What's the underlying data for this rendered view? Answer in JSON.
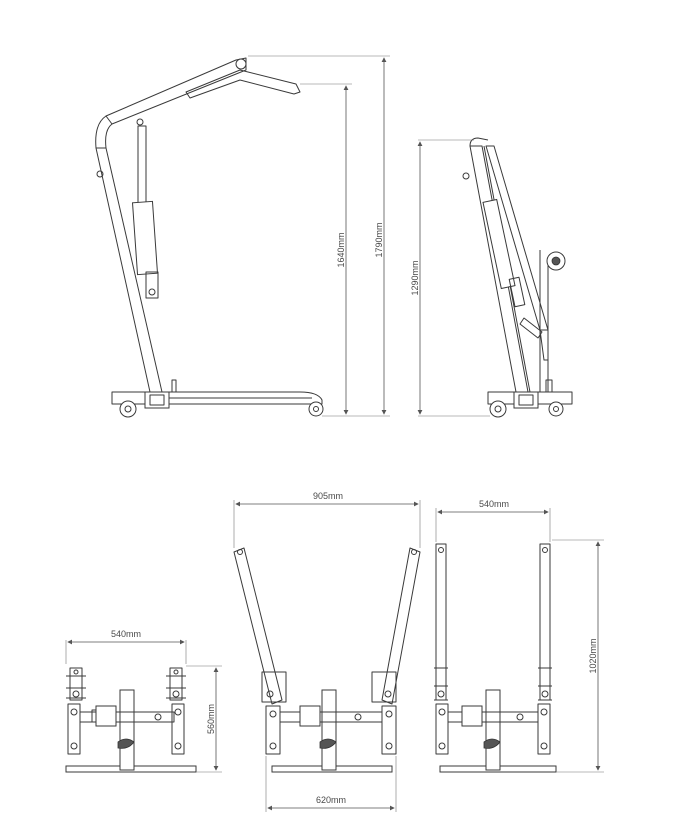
{
  "dimensions": {
    "boom_height": "1640mm",
    "mast_height": "1790mm",
    "folded_height": "1290mm",
    "leg_width_closed": "540mm",
    "base_depth": "560mm",
    "open_width_outer": "905mm",
    "open_width_inner": "620mm",
    "parallel_width": "540mm",
    "leg_length": "1020mm"
  }
}
